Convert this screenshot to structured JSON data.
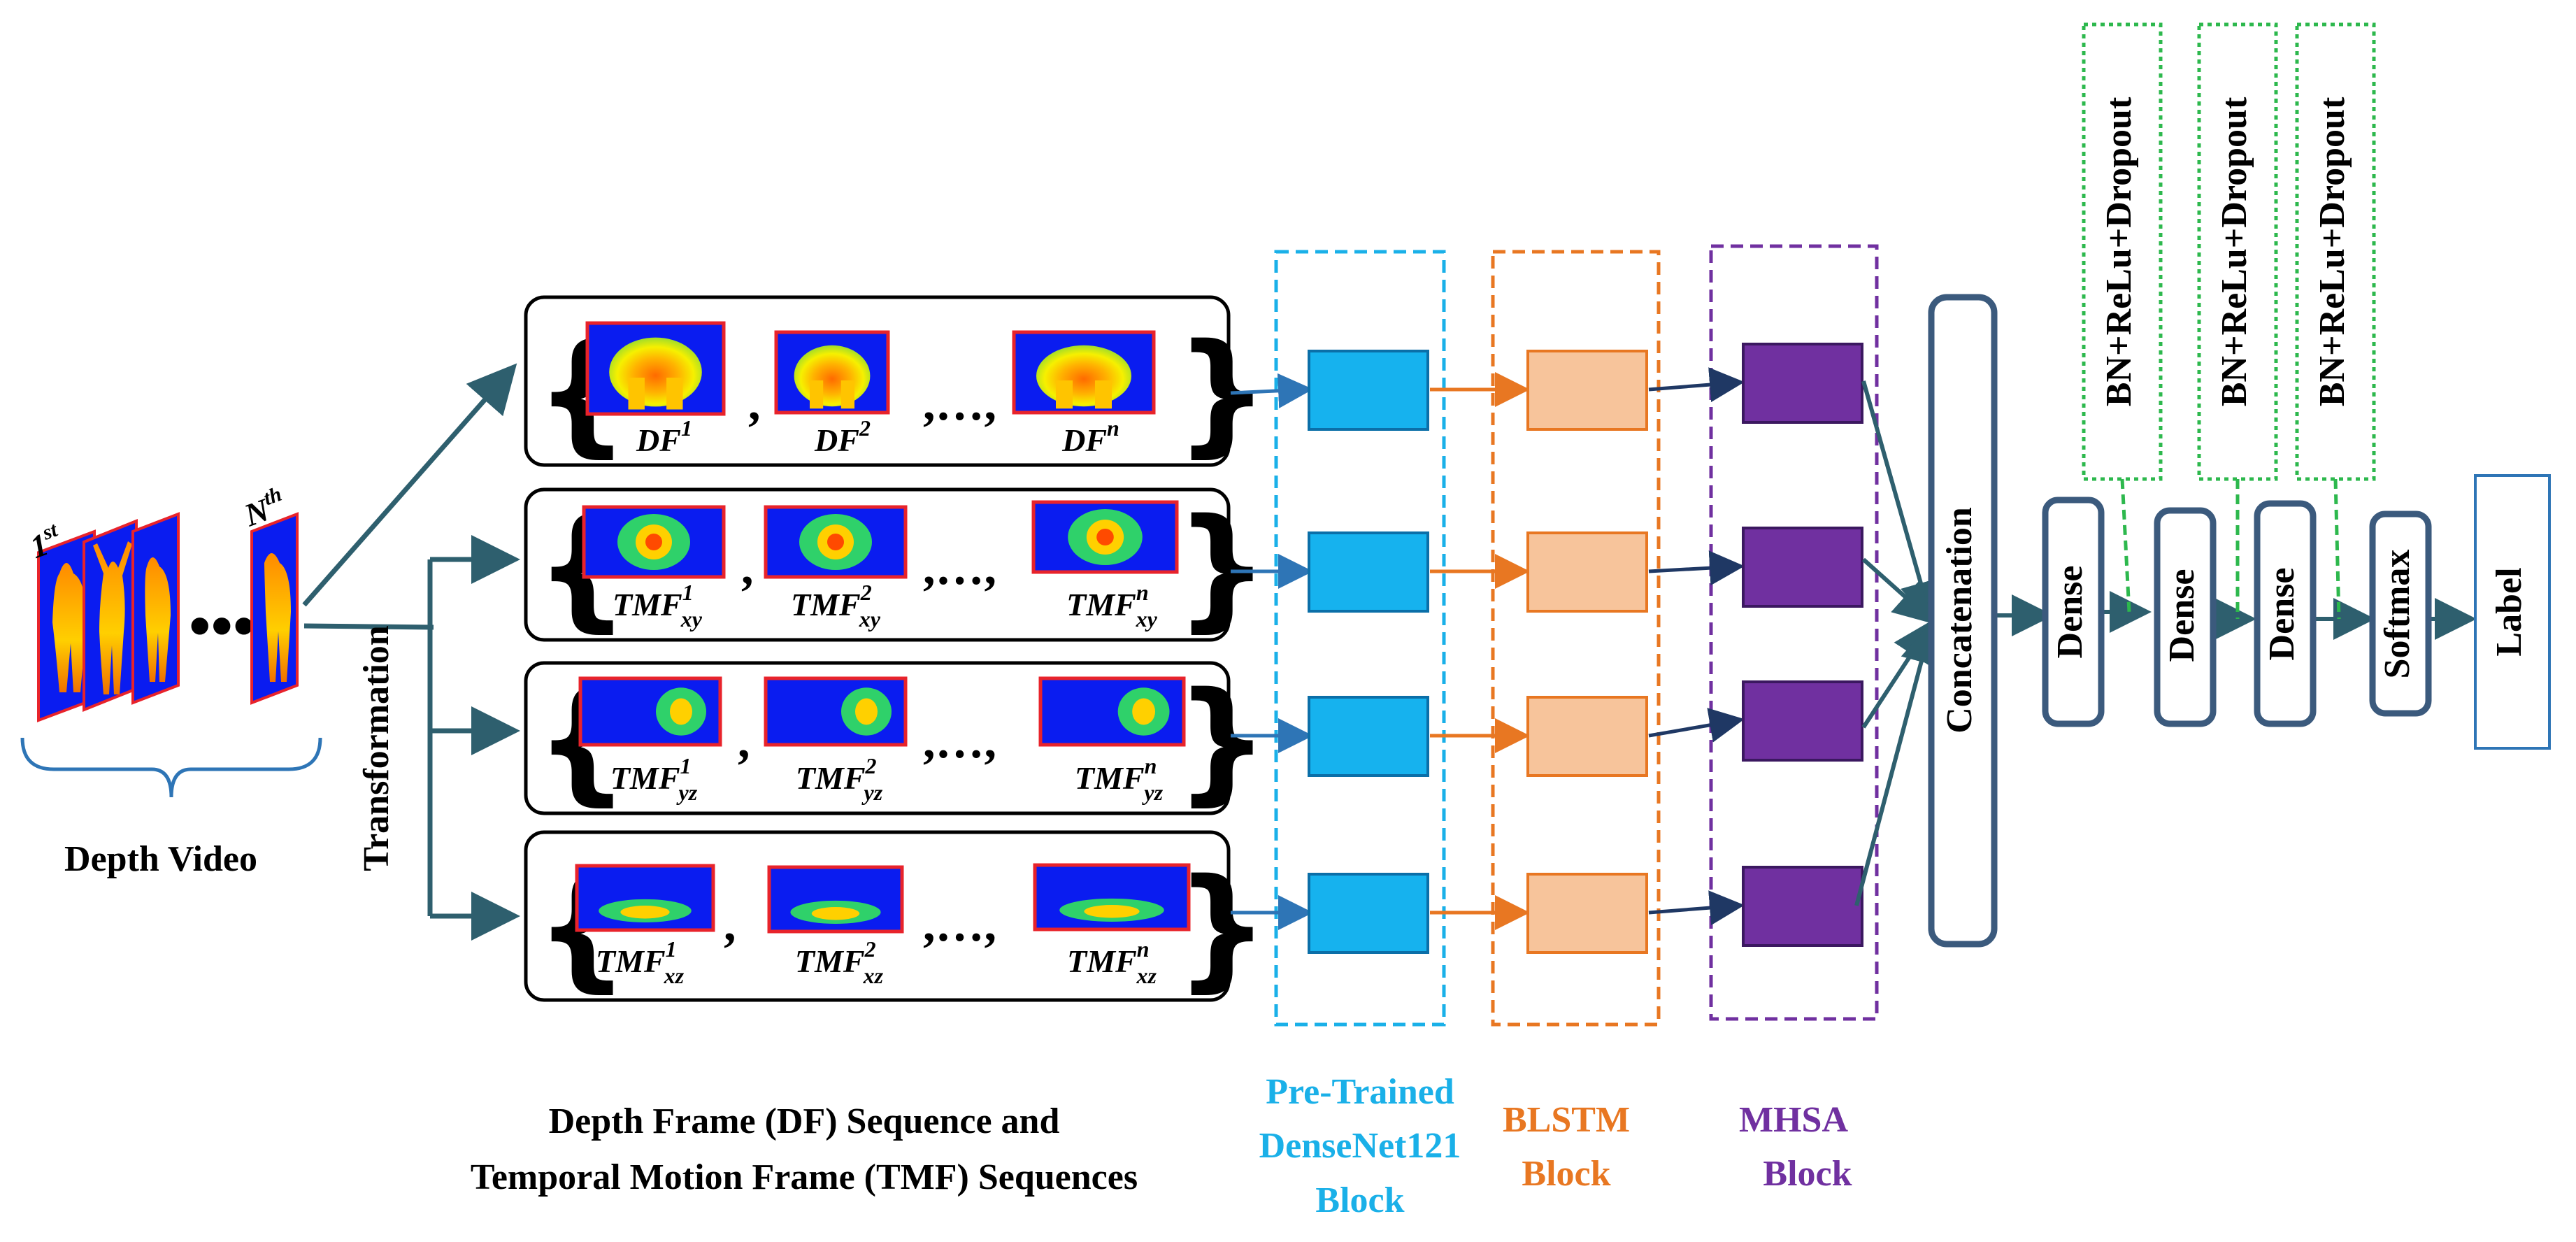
{
  "input": {
    "label": "Depth Video",
    "first_label": "1",
    "first_sup": "st",
    "last_label": "N",
    "last_sup": "th",
    "ellipsis": "•••"
  },
  "transformation_label": "Transformation",
  "sequences": [
    {
      "frames": [
        {
          "base": "DF",
          "sup": "1",
          "sub": ""
        },
        {
          "base": "DF",
          "sup": "2",
          "sub": ""
        },
        {
          "base": "DF",
          "sup": "n",
          "sub": ""
        }
      ]
    },
    {
      "frames": [
        {
          "base": "TMF",
          "sup": "1",
          "sub": "xy"
        },
        {
          "base": "TMF",
          "sup": "2",
          "sub": "xy"
        },
        {
          "base": "TMF",
          "sup": "n",
          "sub": "xy"
        }
      ]
    },
    {
      "frames": [
        {
          "base": "TMF",
          "sup": "1",
          "sub": "yz"
        },
        {
          "base": "TMF",
          "sup": "2",
          "sub": "yz"
        },
        {
          "base": "TMF",
          "sup": "n",
          "sub": "yz"
        }
      ]
    },
    {
      "frames": [
        {
          "base": "TMF",
          "sup": "1",
          "sub": "xz"
        },
        {
          "base": "TMF",
          "sup": "2",
          "sub": "xz"
        },
        {
          "base": "TMF",
          "sup": "n",
          "sub": "xz"
        }
      ]
    }
  ],
  "seq_separators": {
    "comma": ",",
    "dots": "…"
  },
  "sequence_caption": {
    "line1": "Depth Frame (DF) Sequence and",
    "line2": "Temporal Motion Frame (TMF) Sequences"
  },
  "blocks": {
    "densenet": {
      "line1": "Pre-Trained",
      "line2": "DenseNet121",
      "line3": "Block",
      "color": "#1ab0e8",
      "fill": "#16b2ee"
    },
    "blstm": {
      "line1": "BLSTM",
      "line2": "Block",
      "color": "#e87722",
      "fill": "#f7c49b"
    },
    "mhsa": {
      "line1": "MHSA",
      "line2": "Block",
      "color": "#7030a0",
      "fill": "#7030a0"
    }
  },
  "head": {
    "concat": "Concatenation",
    "dense1": "Dense",
    "dense2": "Dense",
    "dense3": "Dense",
    "softmax": "Softmax",
    "label": "Label",
    "bn1": "BN+ReLu+Dropout",
    "bn2": "BN+ReLu+Dropout",
    "bn3": "BN+ReLu+Dropout"
  },
  "colors": {
    "arrow_dark": "#2e5f6e",
    "arrow_navy": "#1f3864",
    "box_border": "#3b5a7d",
    "bn_border": "#2db84d",
    "frame_bg": "#0a1cf0",
    "frame_border": "#e8232b"
  }
}
